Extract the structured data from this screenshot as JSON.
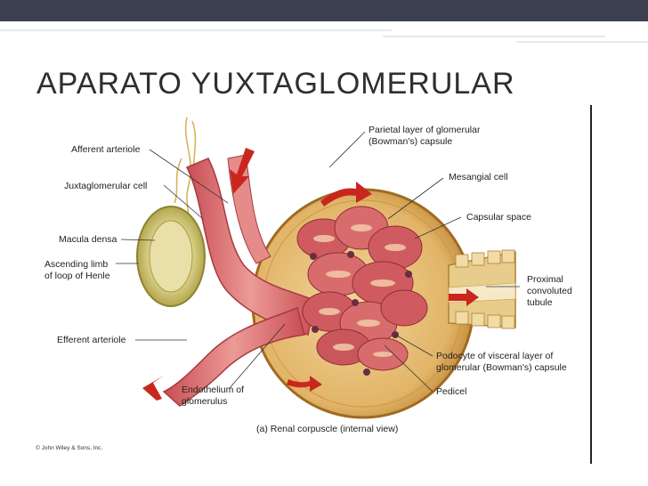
{
  "slide": {
    "title": "APARATO YUXTAGLOMERULAR"
  },
  "figure": {
    "labels": {
      "afferent_arteriole": "Afferent arteriole",
      "juxtaglomerular_cell": "Juxtaglomerular cell",
      "macula_densa": "Macula densa",
      "ascending_limb_1": "Ascending limb",
      "ascending_limb_2": "of loop of Henle",
      "efferent_arteriole": "Efferent arteriole",
      "endothelium_1": "Endothelium of",
      "endothelium_2": "glomerulus",
      "parietal_1": "Parietal layer of glomerular",
      "parietal_2": "(Bowman's) capsule",
      "mesangial_cell": "Mesangial cell",
      "capsular_space": "Capsular space",
      "proximal_1": "Proximal",
      "proximal_2": "convoluted",
      "proximal_3": "tubule",
      "podocyte_1": "Podocyte of visceral layer of",
      "podocyte_2": "glomerular (Bowman's) capsule",
      "pedicel": "Pedicel"
    },
    "caption": "(a) Renal corpuscle (internal view)",
    "credit": "© John Wiley & Sons, Inc."
  },
  "colors": {
    "header_bar": "#3b3f4f",
    "capsule": "#d9a95b",
    "capsule_edge": "#b97f2e",
    "vessel": "#d96a6a",
    "glomerulus": "#c9565a",
    "macula": "#cfc374",
    "arrow": "#c9271e"
  }
}
